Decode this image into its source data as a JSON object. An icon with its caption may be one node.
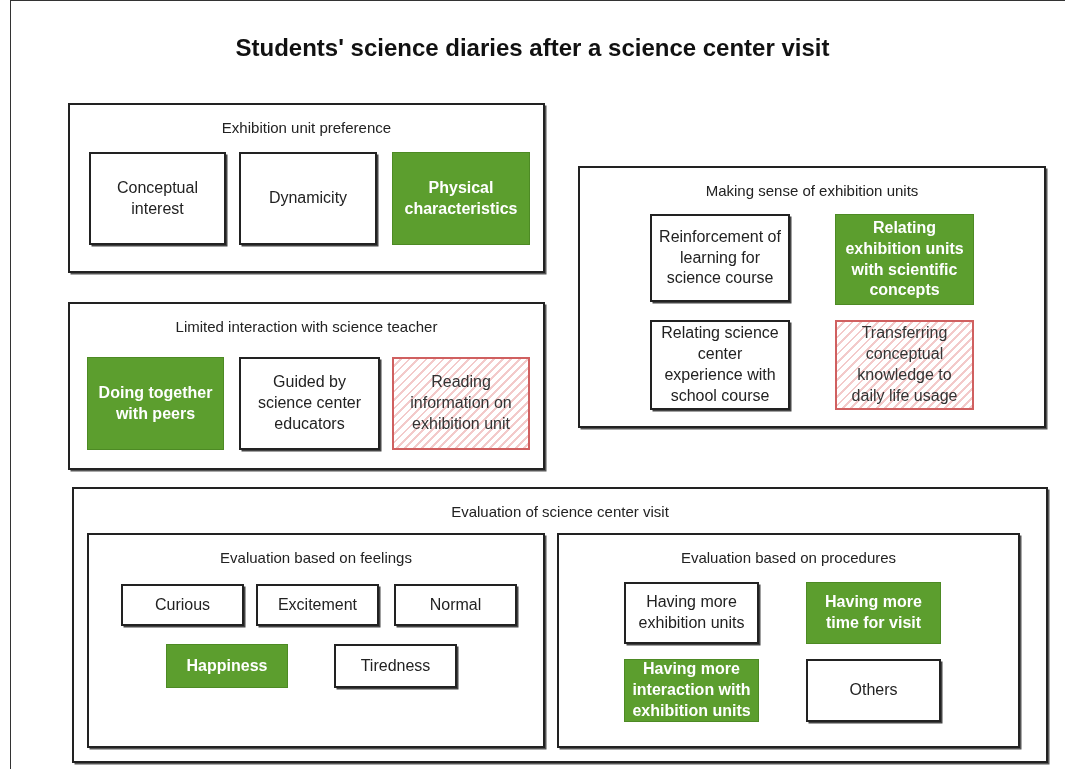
{
  "diagram": {
    "title": "Students' science diaries after a science center visit",
    "nodes": [
      {
        "text": [
          "Exhibition unit preference"
        ]
      },
      {
        "text": [
          "Conceptual interest"
        ],
        "in": 0
      },
      {
        "text": [
          "Dynamicity"
        ],
        "in": 0
      },
      {
        "text": [
          "Physical characteristics"
        ],
        "in": 0
      },
      {
        "text": [
          "Limited interaction with science teacher"
        ]
      },
      {
        "text": [
          "Doing together with peers"
        ],
        "in": 4
      },
      {
        "text": [
          "Guided by science center educators"
        ],
        "in": 4
      },
      {
        "text": [
          "Reading information on exhibition unit"
        ],
        "in": 4
      },
      {
        "text": [
          "Making sense of exhibition units"
        ]
      },
      {
        "text": [
          "Reinforcement of learning for science course"
        ],
        "in": 8
      },
      {
        "text": [
          "Relating exhibition units with scientific concepts"
        ],
        "in": 8
      },
      {
        "text": [
          "Relating science center experience with school course"
        ],
        "in": 8
      },
      {
        "text": [
          "Transferring conceptual knowledge to daily life usage"
        ],
        "in": 8
      },
      {
        "text": [
          "Evaluation of science center visit"
        ]
      },
      {
        "text": [
          "Evaluation based on feelings"
        ],
        "in": 13
      },
      {
        "text": [
          "Curious"
        ],
        "in": 14
      },
      {
        "text": [
          "Excitement"
        ],
        "in": 14
      },
      {
        "text": [
          "Normal"
        ],
        "in": 14
      },
      {
        "text": [
          "Happiness"
        ],
        "in": 14
      },
      {
        "text": [
          "Tiredness"
        ],
        "in": 14
      },
      {
        "text": [
          "Evaluation based on procedures"
        ],
        "in": 13
      },
      {
        "text": [
          "Having more exhibition units"
        ],
        "in": 20
      },
      {
        "text": [
          "Having more time for visit"
        ],
        "in": 20
      },
      {
        "text": [
          "Having more interaction with exhibition units"
        ],
        "in": 20
      },
      {
        "text": [
          "Others"
        ],
        "in": 20
      }
    ]
  }
}
